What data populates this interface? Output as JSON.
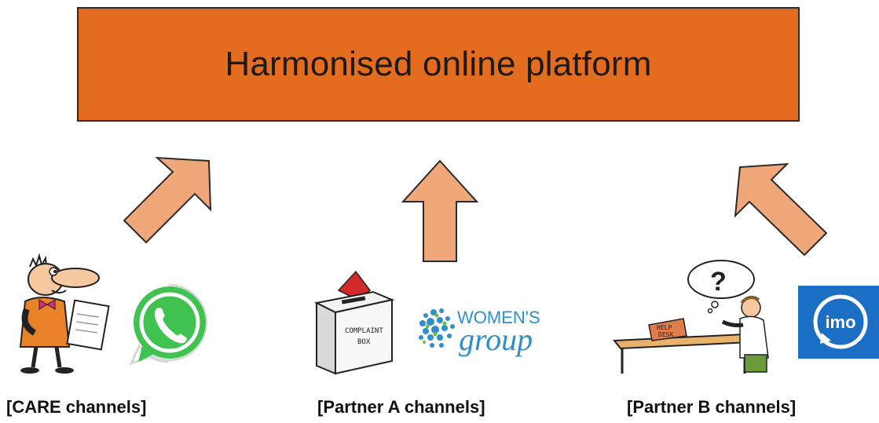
{
  "platform": {
    "title": "Harmonised online platform"
  },
  "channels": [
    {
      "label": "[CARE channels]",
      "icons": [
        "person-with-clipboard-icon",
        "whatsapp-icon"
      ]
    },
    {
      "label": "[Partner A channels]",
      "icons": [
        "complaint-box-icon",
        "womens-group-logo"
      ]
    },
    {
      "label": "[Partner B channels]",
      "icons": [
        "help-desk-icon",
        "imo-icon"
      ]
    }
  ],
  "complaint_box": {
    "line1": "COMPLAINT",
    "line2": "BOX"
  },
  "womens_group": {
    "line1": "WOMEN'S",
    "line2": "group"
  },
  "help_desk": {
    "line1": "HELP",
    "line2": "DESK"
  },
  "imo": {
    "text": "imo"
  },
  "colors": {
    "platform_fill": "#e46c1f",
    "arrow_fill": "#f0a87a",
    "whatsapp_green": "#3fc250",
    "imo_blue": "#1a6fc4"
  }
}
